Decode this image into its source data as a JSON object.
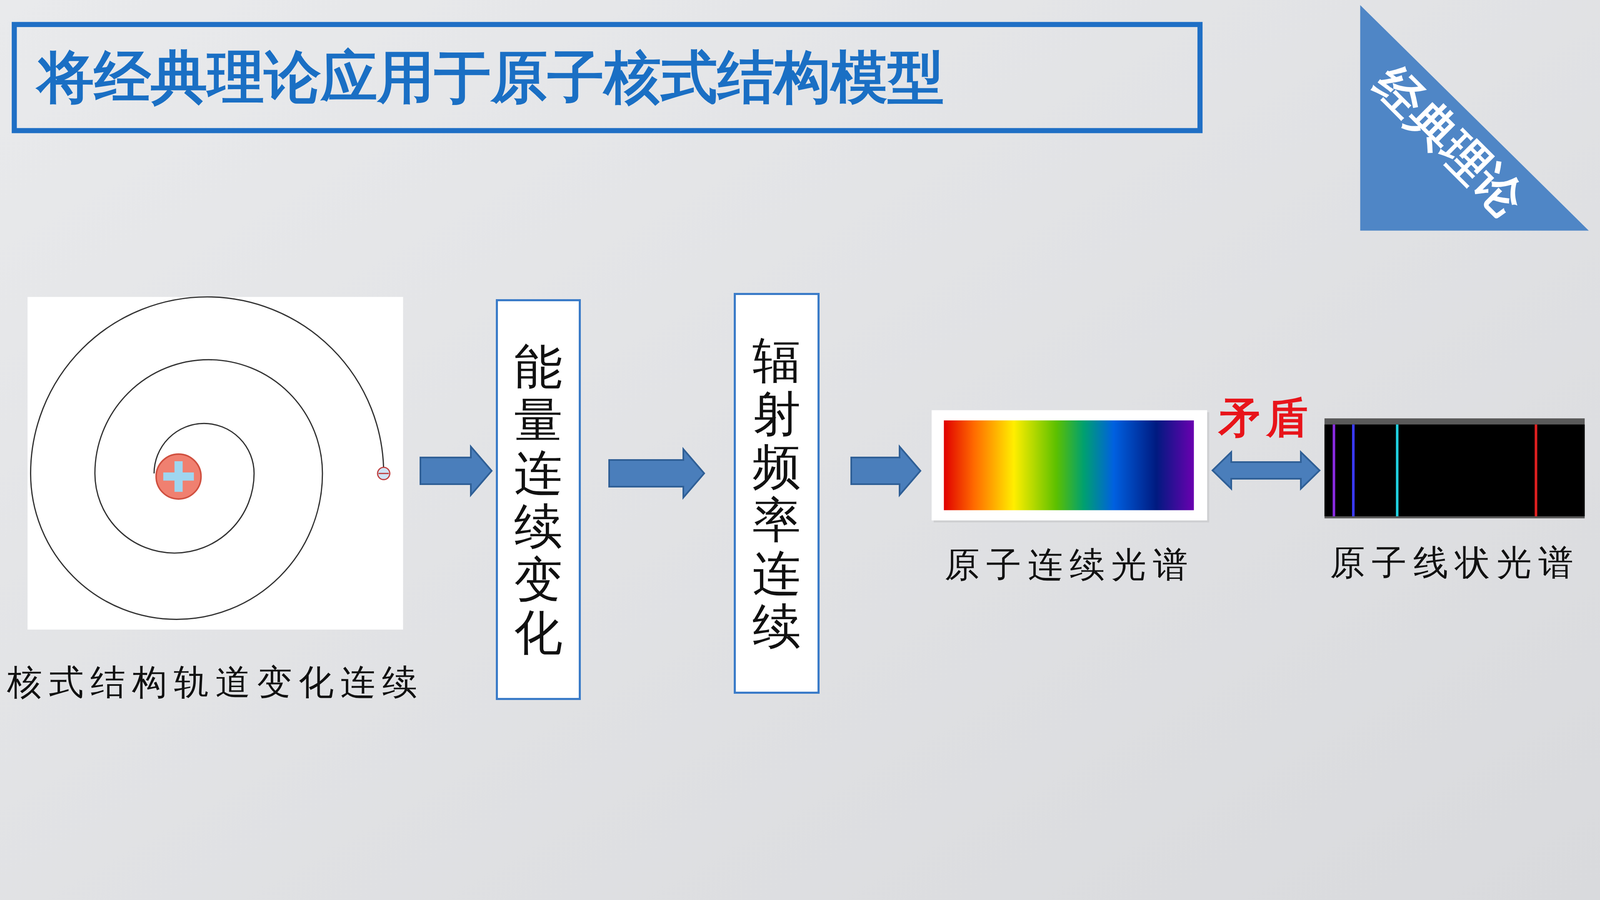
{
  "diagram": {
    "title": "将经典理论应用于原子核式结构模型",
    "nodes": [
      {
        "text": [
          "核式结构轨道变化连续"
        ]
      },
      {
        "text": [
          "能量连续变化"
        ]
      },
      {
        "text": [
          "辐射频率连续"
        ]
      },
      {
        "text": [
          "原子连续光谱"
        ]
      },
      {
        "text": [
          "原子线状光谱"
        ]
      }
    ],
    "edges": [
      {
        "from": 0,
        "to": 1,
        "arrow": "to"
      },
      {
        "from": 1,
        "to": 2,
        "arrow": "to"
      },
      {
        "from": 2,
        "to": 3,
        "arrow": "to"
      },
      {
        "from": 3,
        "to": 4,
        "label": "矛盾",
        "arrow": "both"
      }
    ],
    "labels": [
      "经典理论"
    ]
  }
}
